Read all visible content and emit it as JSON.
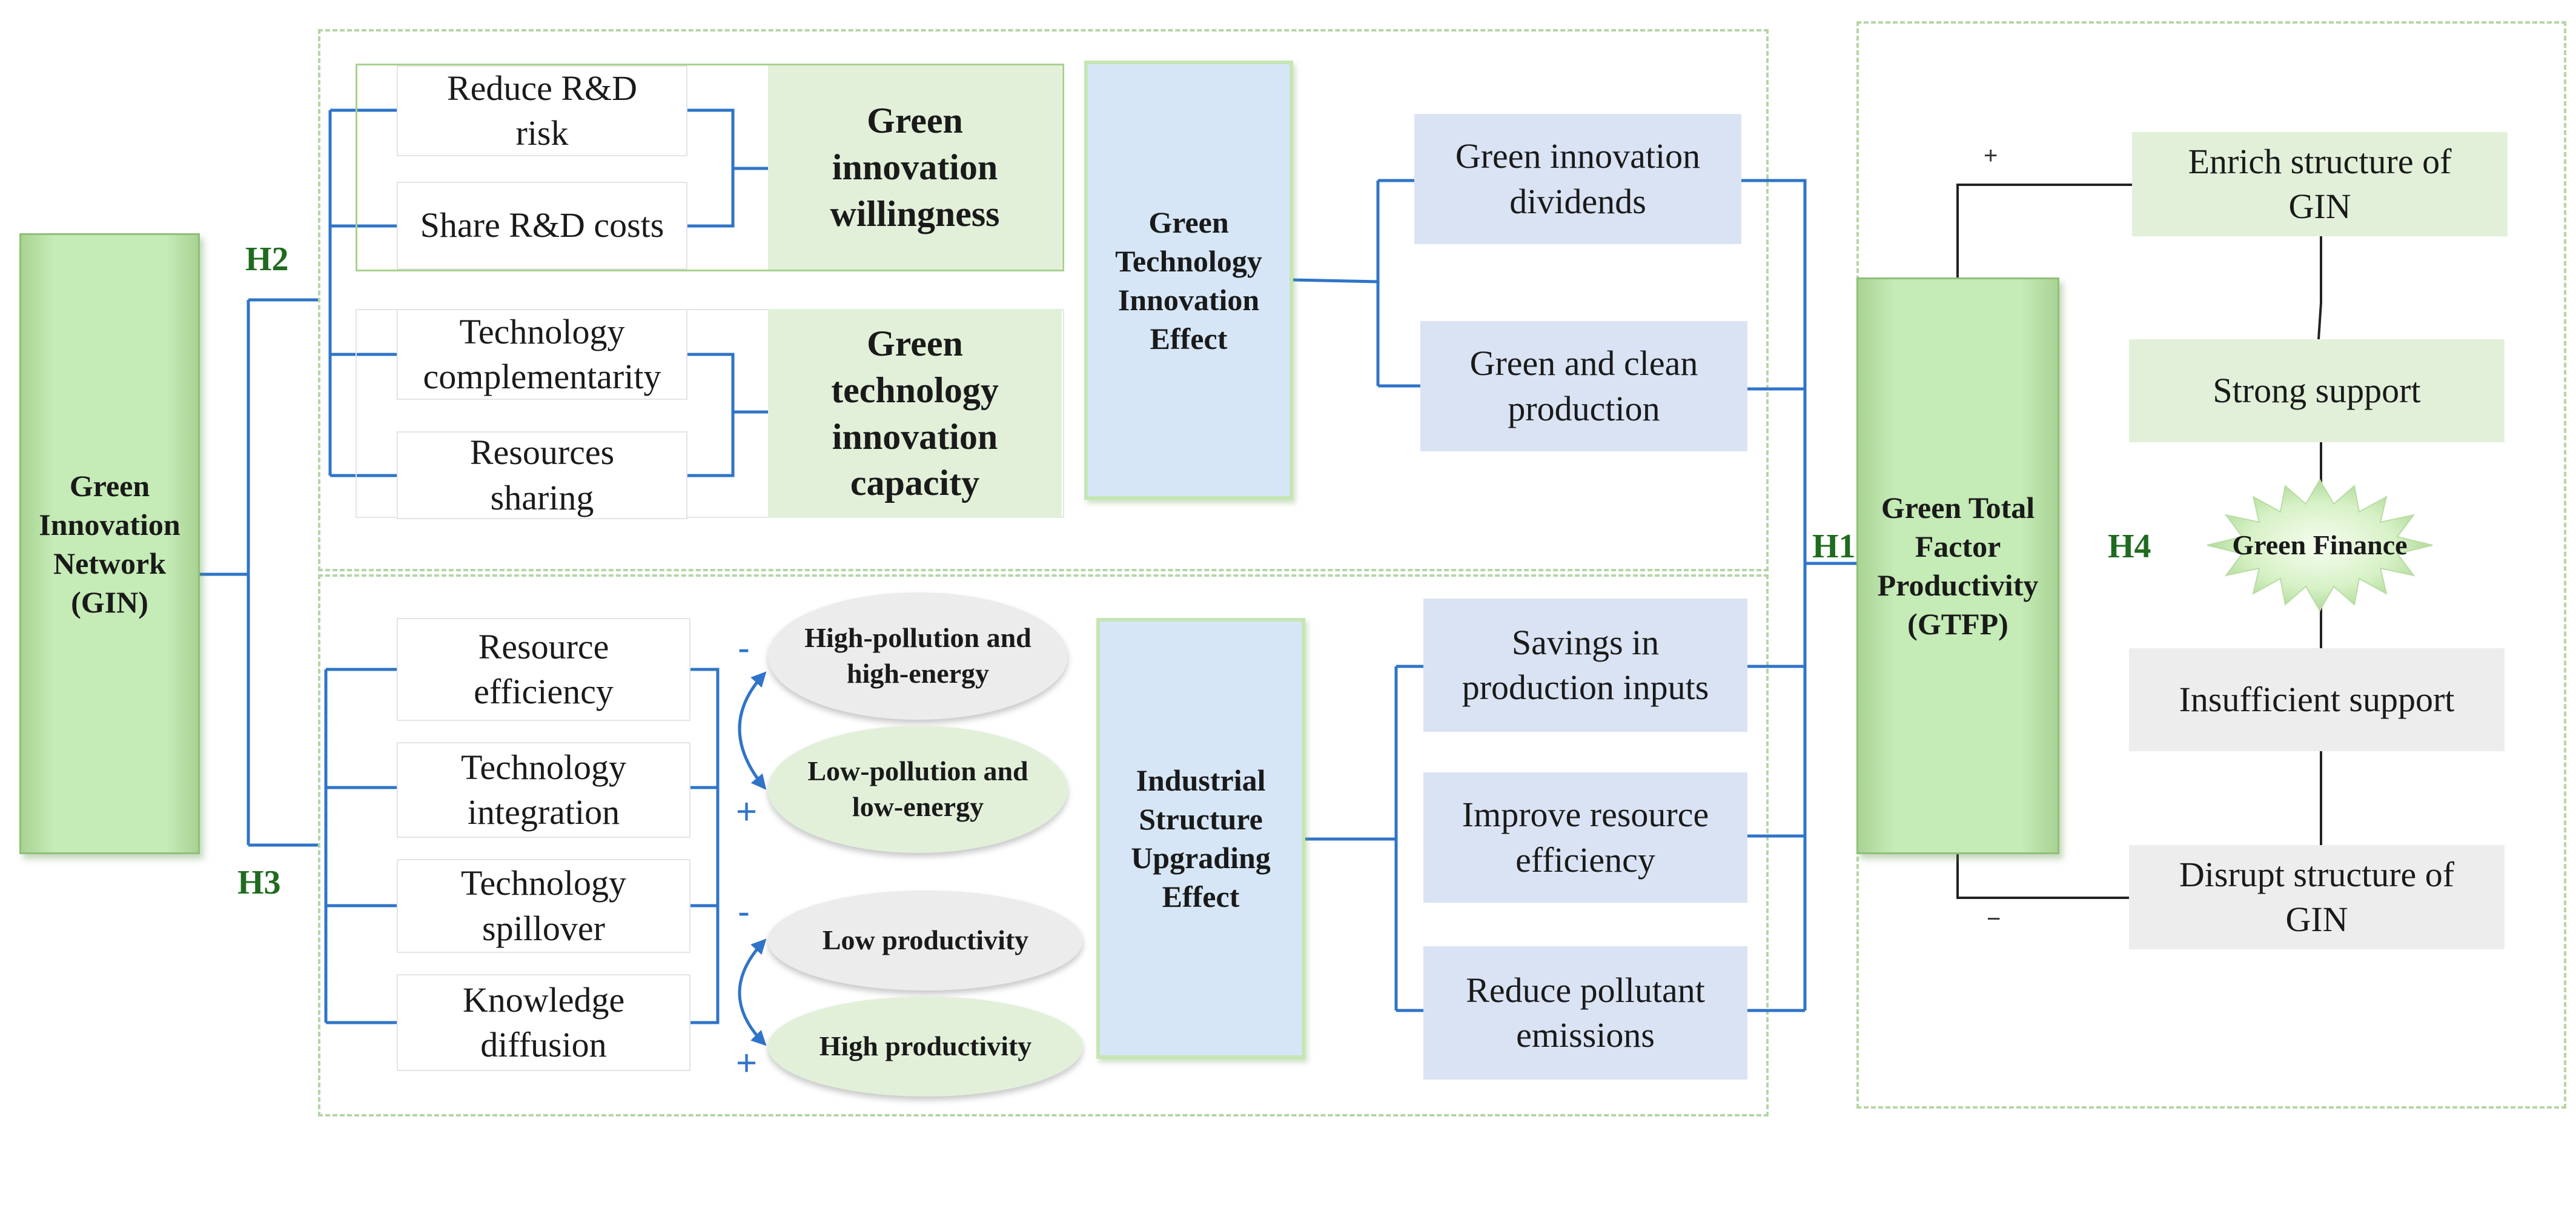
{
  "left_pillar": "Green Innovation Network (GIN)",
  "right_pillar": "Green Total Factor Productivity (GTFP)",
  "hypotheses": {
    "h1": "H1",
    "h2": "H2",
    "h3": "H3",
    "h4": "H4"
  },
  "willingness": {
    "items": [
      "Reduce R&D risk",
      "Share R&D costs"
    ],
    "label": "Green innovation willingness"
  },
  "capacity": {
    "items": [
      "Technology complementarity",
      "Resources sharing"
    ],
    "label": "Green technology innovation capacity"
  },
  "tech_effect": {
    "label": "Green Technology Innovation Effect",
    "outcomes": [
      "Green innovation dividends",
      "Green and clean production"
    ]
  },
  "structure": {
    "items": [
      "Resource efficiency",
      "Technology integration",
      "Technology spillover",
      "Knowledge diffusion"
    ],
    "ovals": [
      "High-pollution and high-energy",
      "Low-pollution and low-energy",
      "Low productivity",
      "High productivity"
    ],
    "signs": [
      "-",
      "+",
      "-",
      "+"
    ]
  },
  "industrial_effect": {
    "label": "Industrial Structure Upgrading Effect",
    "outcomes": [
      "Savings in production inputs",
      "Improve resource efficiency",
      "Reduce pollutant emissions"
    ]
  },
  "moderation": {
    "enrich": "Enrich structure of GIN",
    "strong": "Strong support",
    "finance": "Green Finance",
    "insufficient": "Insufficient support",
    "disrupt": "Disrupt structure of GIN",
    "plus": "+",
    "minus": "−"
  },
  "colors": {
    "connector_blue": "#2f74c8",
    "connector_dark": "#222222",
    "pillar_green": "#c5ebb6",
    "hypothesis_green": "#1f6b1f",
    "dashed_border": "#b5d5a6"
  }
}
